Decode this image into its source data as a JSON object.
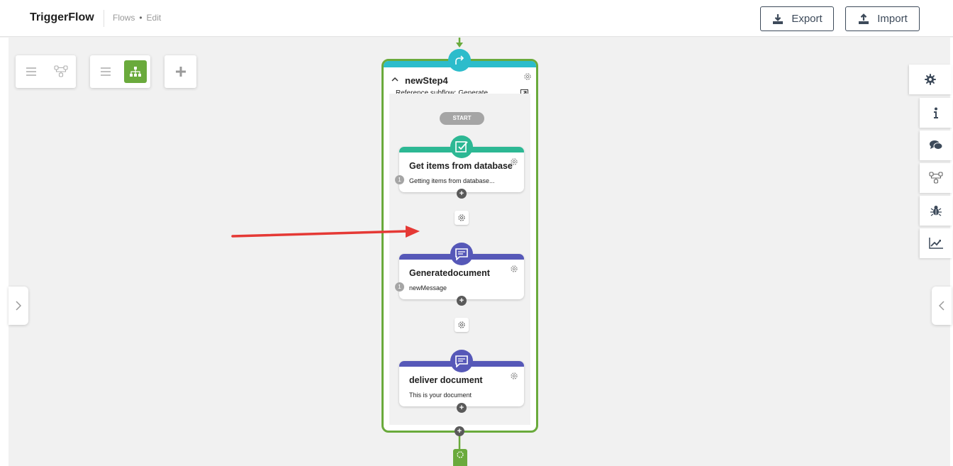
{
  "app": {
    "title": "TriggerFlow"
  },
  "breadcrumb": {
    "section": "Flows",
    "separator": "•",
    "page": "Edit"
  },
  "header": {
    "export_label": "Export",
    "import_label": "Import"
  },
  "toolbar": {
    "groups": [
      {
        "icons": [
          "list-icon",
          "flow-diagram-icon"
        ]
      },
      {
        "icons": [
          "list-icon",
          "tree-diagram-icon"
        ],
        "active": "tree-diagram-icon"
      },
      {
        "icons": [
          "plus-icon"
        ]
      }
    ]
  },
  "right_panel": {
    "tabs": [
      "settings-icon",
      "info-icon",
      "comments-icon",
      "flow-diagram-icon",
      "bug-icon",
      "chart-icon"
    ]
  },
  "subflow": {
    "title": "newStep4",
    "reference": "Reference subflow: Generate...",
    "start_label": "START",
    "nodes": [
      {
        "title": "Get items from database",
        "subtitle": "Getting items from database...",
        "badge": "1",
        "icon": "checkbox-icon",
        "color": "#2db894"
      },
      {
        "title": "Generatedocument",
        "subtitle": "newMessage",
        "badge": "1",
        "icon": "message-icon",
        "color": "#5658b8"
      },
      {
        "title": "deliver document",
        "subtitle": "This is your document",
        "icon": "message-icon",
        "color": "#5658b8"
      }
    ]
  },
  "colors": {
    "accent_green": "#6aaa3c",
    "teal": "#2cbccb",
    "annotation_arrow": "#e53935"
  }
}
